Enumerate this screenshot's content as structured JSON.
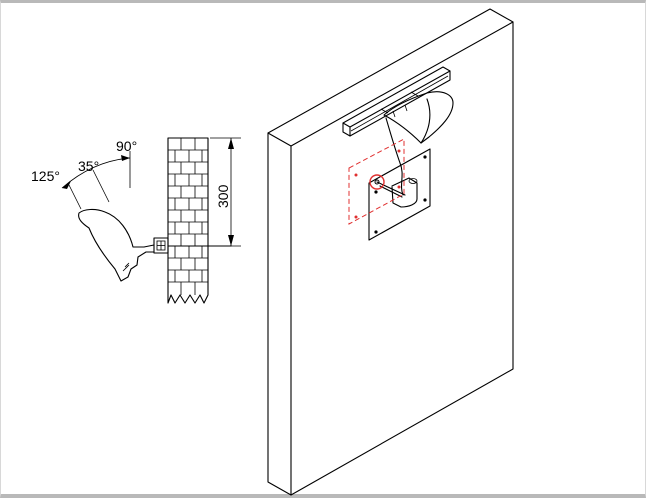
{
  "angles": {
    "a125": "125°",
    "a35": "35°",
    "a90": "90°"
  },
  "dimension": {
    "height": "300"
  },
  "colors": {
    "line": "#000000",
    "hidden_outline": "#e03030",
    "frame_border": "#b9b9b9"
  }
}
